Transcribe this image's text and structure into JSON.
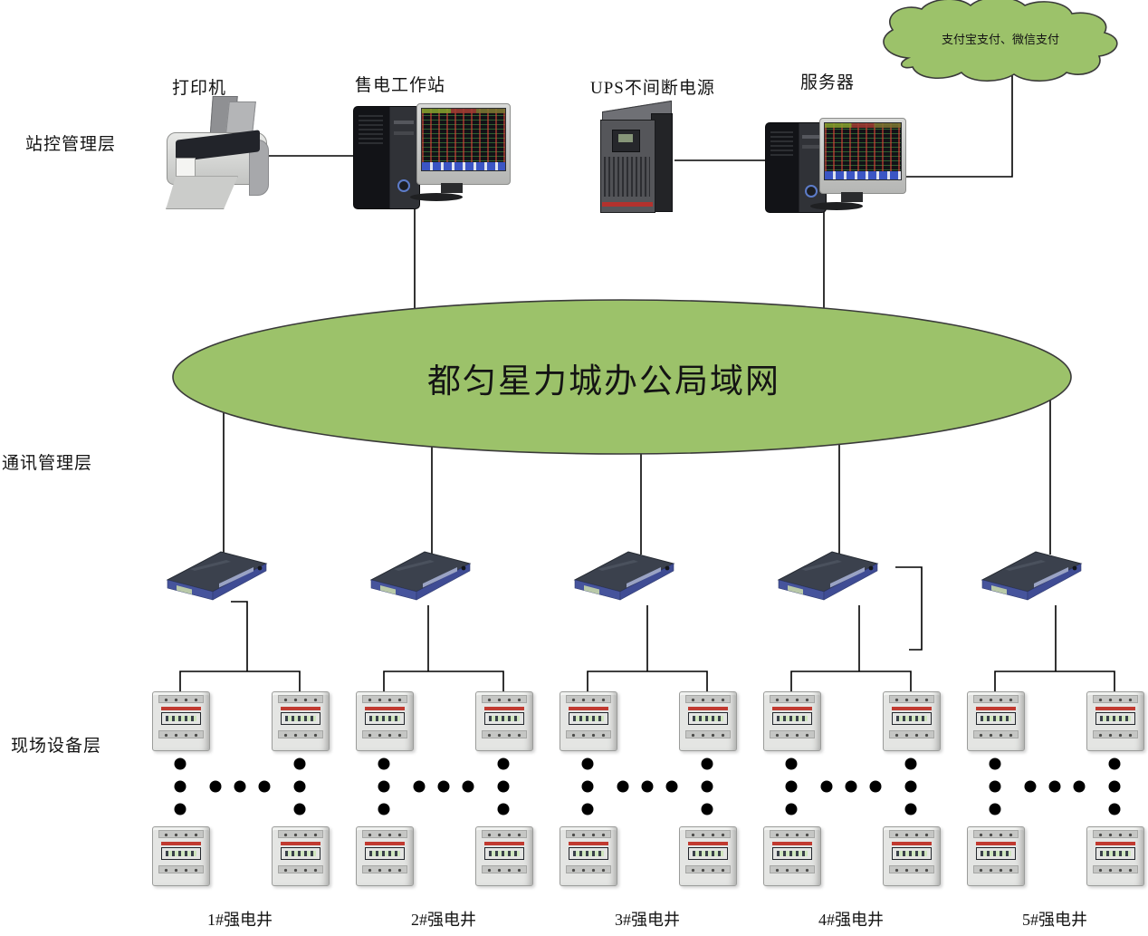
{
  "layers": {
    "station": "站控管理层",
    "comm": "通讯管理层",
    "field": "现场设备层"
  },
  "devices": {
    "printer": "打印机",
    "workstation": "售电工作站",
    "ups": "UPS不间断电源",
    "server": "服务器"
  },
  "cloud": {
    "label": "支付宝支付、微信支付"
  },
  "lan": {
    "label": "都匀星力城办公局域网"
  },
  "wells": [
    {
      "label": "1#强电井"
    },
    {
      "label": "2#强电井"
    },
    {
      "label": "3#强电井"
    },
    {
      "label": "4#强电井"
    },
    {
      "label": "5#强电井"
    }
  ],
  "icons": {
    "printer": "printer-image",
    "workstation": "desktop-computer-image",
    "ups": "ups-tower-image",
    "server": "server-computer-image",
    "switch": "serial-server-image",
    "meter": "energy-meter-image",
    "cloud": "payment-cloud-shape",
    "lan": "lan-ellipse"
  },
  "colors": {
    "network_green": "#9cc26a",
    "shape_outline": "#3a3a3a",
    "wire": "#000000",
    "switch_top": "#3b414d",
    "switch_front": "#46549c",
    "switch_front2": "#3f4c94",
    "ups_red": "#b3322e"
  }
}
